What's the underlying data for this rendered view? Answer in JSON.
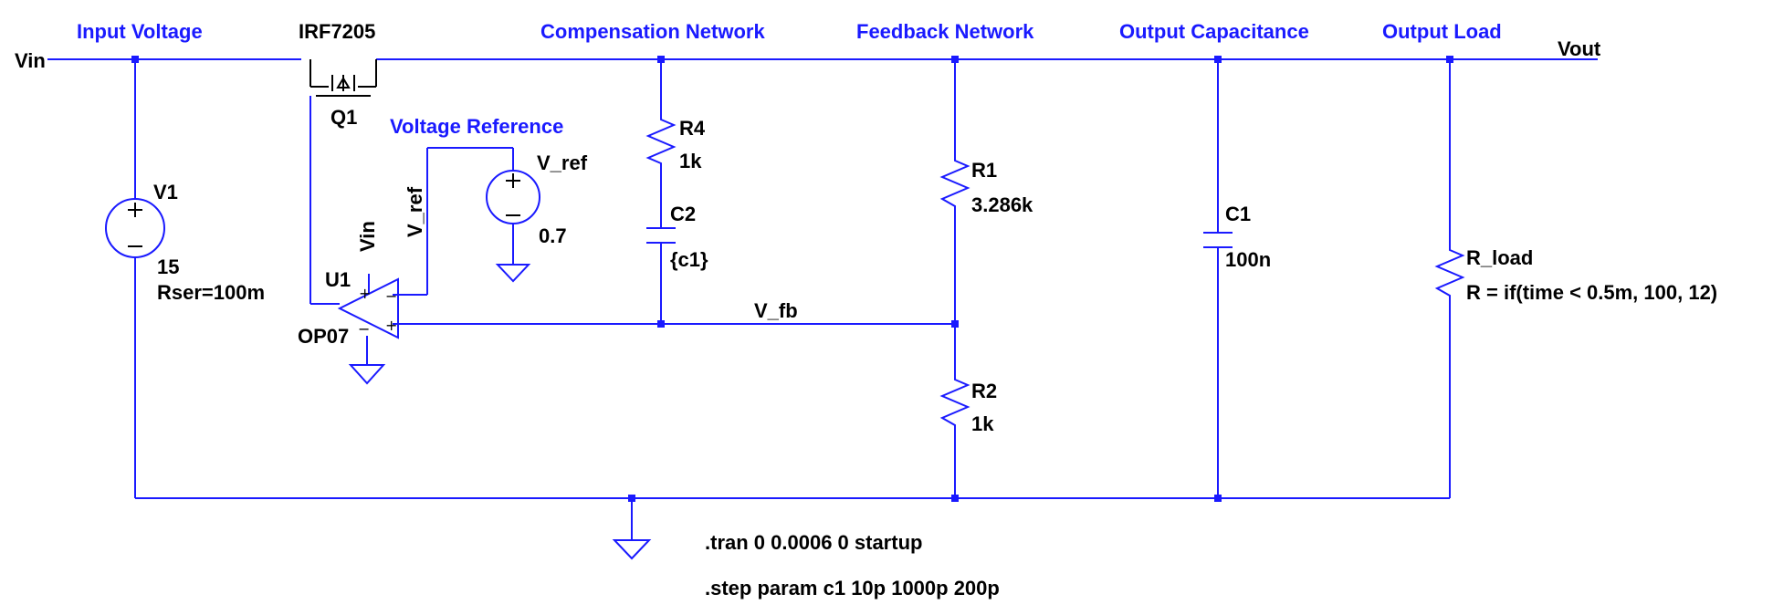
{
  "sections": {
    "input_voltage": "Input Voltage",
    "mosfet_model": "IRF7205",
    "compensation": "Compensation Network",
    "feedback": "Feedback Network",
    "output_capacitance": "Output Capacitance",
    "output_load": "Output Load",
    "voltage_reference": "Voltage Reference"
  },
  "nets": {
    "vin": "Vin",
    "vout": "Vout",
    "vin_pin": "Vin",
    "v_ref": "V_ref",
    "v_fb": "V_fb"
  },
  "components": {
    "v1": {
      "name": "V1",
      "value": "15",
      "extra": "Rser=100m"
    },
    "q1": {
      "name": "Q1"
    },
    "u1": {
      "name": "U1",
      "model": "OP07"
    },
    "v_ref": {
      "name": "V_ref",
      "value": "0.7"
    },
    "r4": {
      "name": "R4",
      "value": "1k"
    },
    "c2": {
      "name": "C2",
      "value": "{c1}"
    },
    "r1": {
      "name": "R1",
      "value": "3.286k"
    },
    "r2": {
      "name": "R2",
      "value": "1k"
    },
    "c1": {
      "name": "C1",
      "value": "100n"
    },
    "r_load": {
      "name": "R_load",
      "value": "R = if(time < 0.5m, 100, 12)"
    }
  },
  "directives": {
    "tran": ".tran 0 0.0006 0 startup",
    "step": ".step param c1 10p 1000p 200p"
  },
  "colors": {
    "wire": "#1a1aff",
    "text": "#000000",
    "section_label": "#1a1aff",
    "background": "#ffffff"
  }
}
